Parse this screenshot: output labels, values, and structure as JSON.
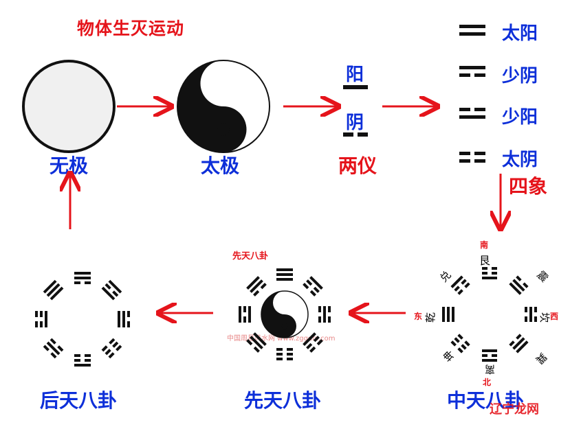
{
  "title": "物体生灭运动",
  "stages": {
    "wuji": "无极",
    "taiji": "太极",
    "liangyi": "两仪",
    "sixiang": "四象"
  },
  "liangyi": {
    "yang": "阳",
    "yin": "阴"
  },
  "sixiang_items": [
    "太阳",
    "少阴",
    "少阳",
    "太阴"
  ],
  "bagua": {
    "houtian": "后天八卦",
    "xiantian": "先天八卦",
    "zhongtian": "中天八卦",
    "xiantian_small": "先天八卦"
  },
  "directions": {
    "south": "南",
    "north": "北",
    "east": "东",
    "west": "西"
  },
  "zhongtian_names": {
    "top": "艮",
    "topright": "震",
    "right": "坎",
    "bottomright": "巽",
    "bottom": "离",
    "bottomleft": "坤",
    "left": "乾",
    "topleft": "兑"
  },
  "watermark": "辽宁龙网",
  "watermark_url": "中国周易风水网 www.zggdfs.com",
  "colors": {
    "red": "#e5141b",
    "blue": "#0d2fd9"
  }
}
